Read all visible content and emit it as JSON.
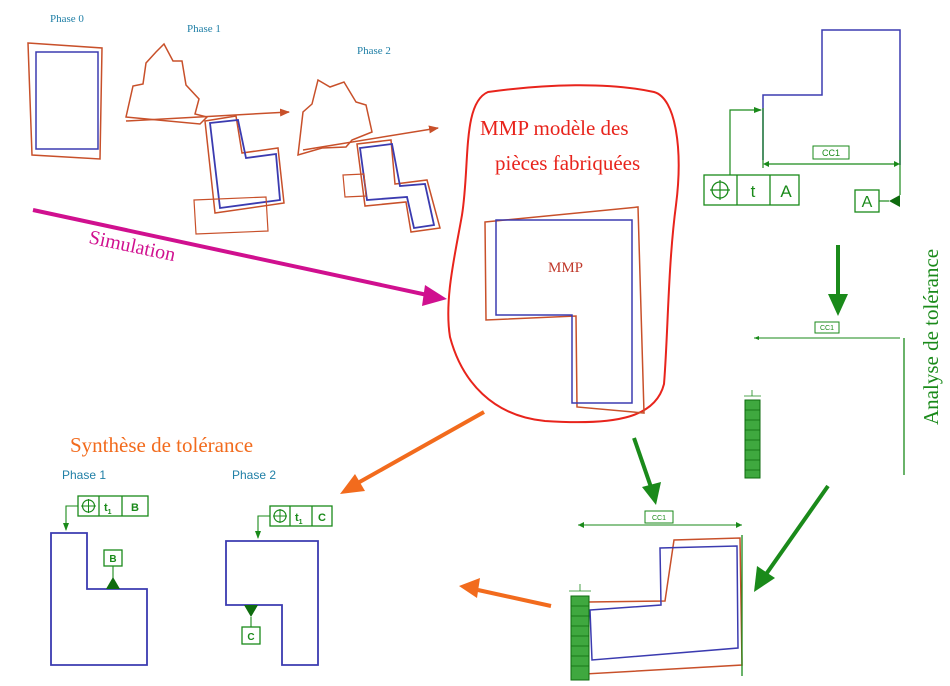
{
  "phases_top": {
    "phase0": "Phase 0",
    "phase1": "Phase 1",
    "phase2": "Phase 2"
  },
  "simulation_label": "Simulation",
  "mmp_block": {
    "title_line1": "MMP modèle des",
    "title_line2": "pièces fabriquées",
    "inner_label": "MMP"
  },
  "analysis": {
    "vertical_label": "Analyse de tolérance",
    "dimension_top": "CC1",
    "dimension_mid": "CC1",
    "dimension_bottom": "CC1",
    "frame_cell_1": "t",
    "frame_cell_2": "A",
    "datum_label": "A"
  },
  "synthesis": {
    "title": "Synthèse de tolérance",
    "phase1_label": "Phase 1",
    "phase2_label": "Phase 2",
    "p1_frame_tol": "t",
    "p1_frame_tol_sub": "1",
    "p1_frame_datum": "B",
    "p1_datum_box": "B",
    "p2_frame_tol": "t",
    "p2_frame_tol_sub": "1",
    "p2_frame_datum": "C",
    "p2_datum_box": "C"
  },
  "colors": {
    "red": "#e8241c",
    "dark_red": "#c0392b",
    "orange_red": "#c8502a",
    "blue": "#3b3bb0",
    "green": "#1a8a1a",
    "dark_green": "#0e6b0e",
    "magenta": "#d0108f",
    "orange": "#f26b1d",
    "teal": "#1f7fa6"
  }
}
